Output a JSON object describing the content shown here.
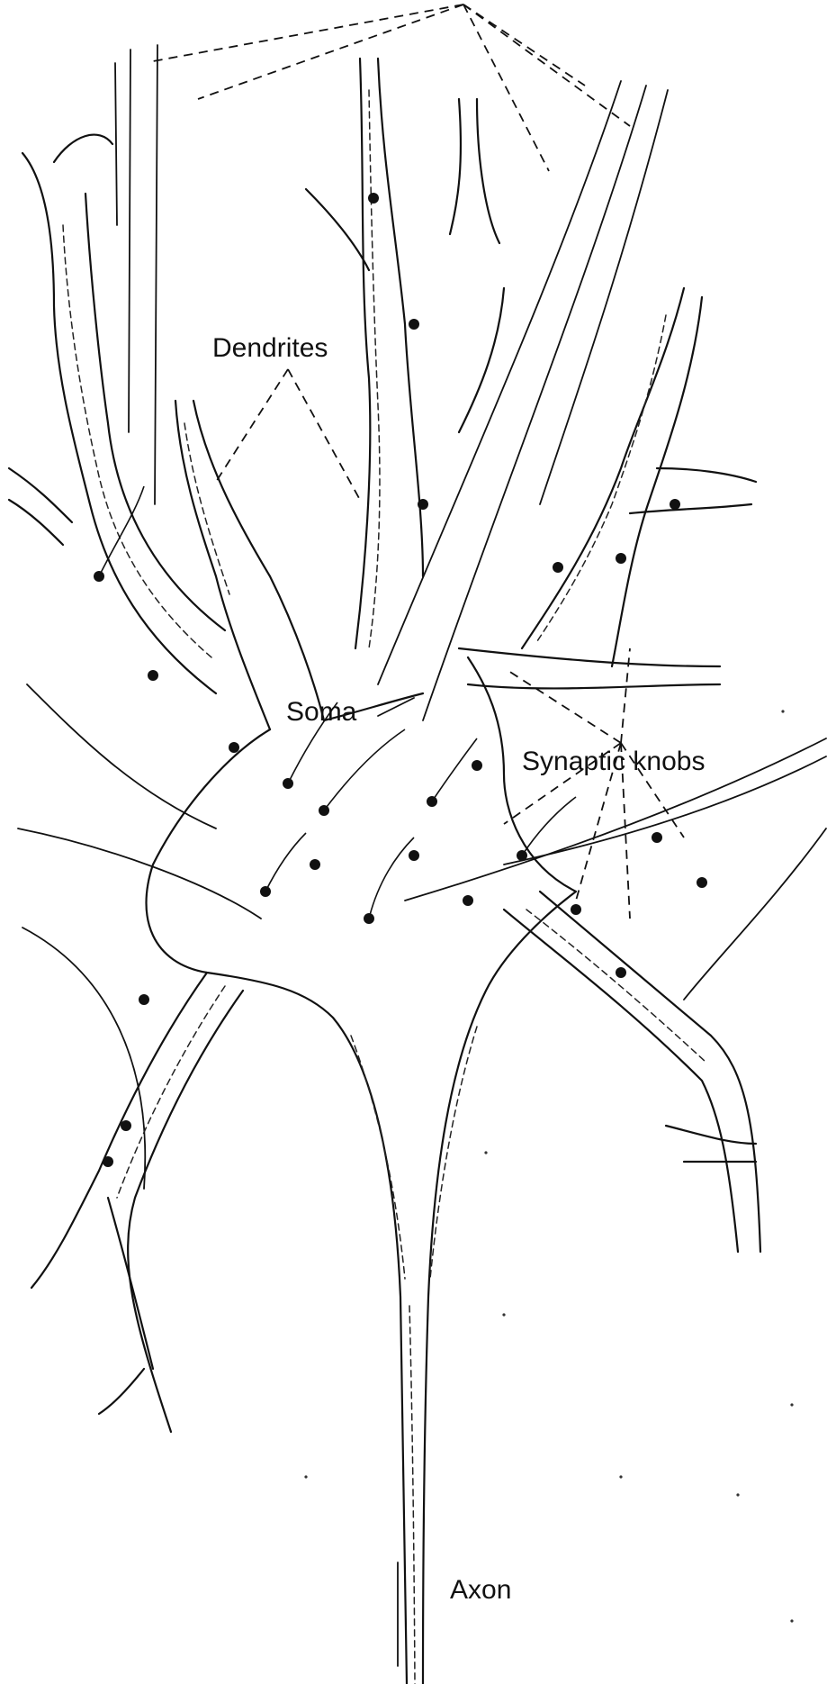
{
  "labels": {
    "dendrites": "Dendrites",
    "soma": "Soma",
    "synaptic_knobs": "Synaptic knobs",
    "axon": "Axon"
  },
  "colors": {
    "ink": "#111111",
    "background": "#ffffff"
  }
}
